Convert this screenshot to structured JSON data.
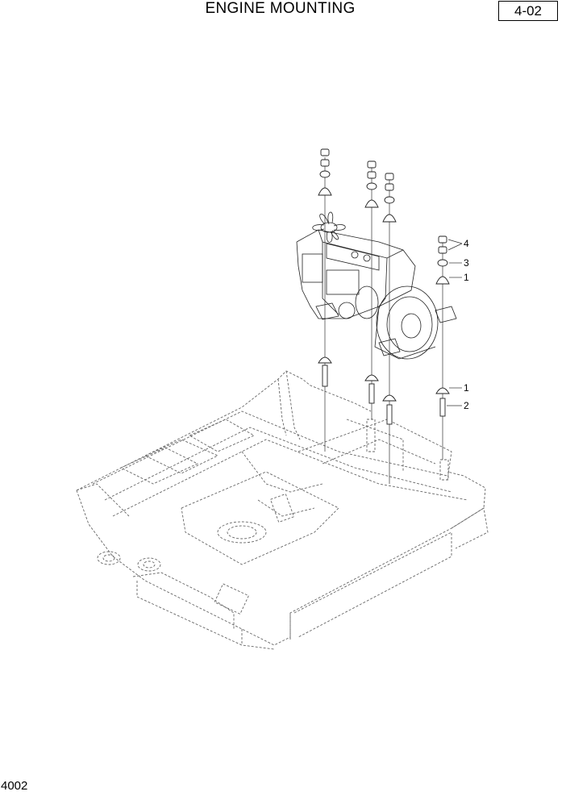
{
  "header": {
    "title": "ENGINE MOUNTING",
    "page_ref": "4-02"
  },
  "footer": {
    "figure_code": "4002"
  },
  "callouts": [
    "4",
    "3",
    "1",
    "1",
    "2"
  ]
}
